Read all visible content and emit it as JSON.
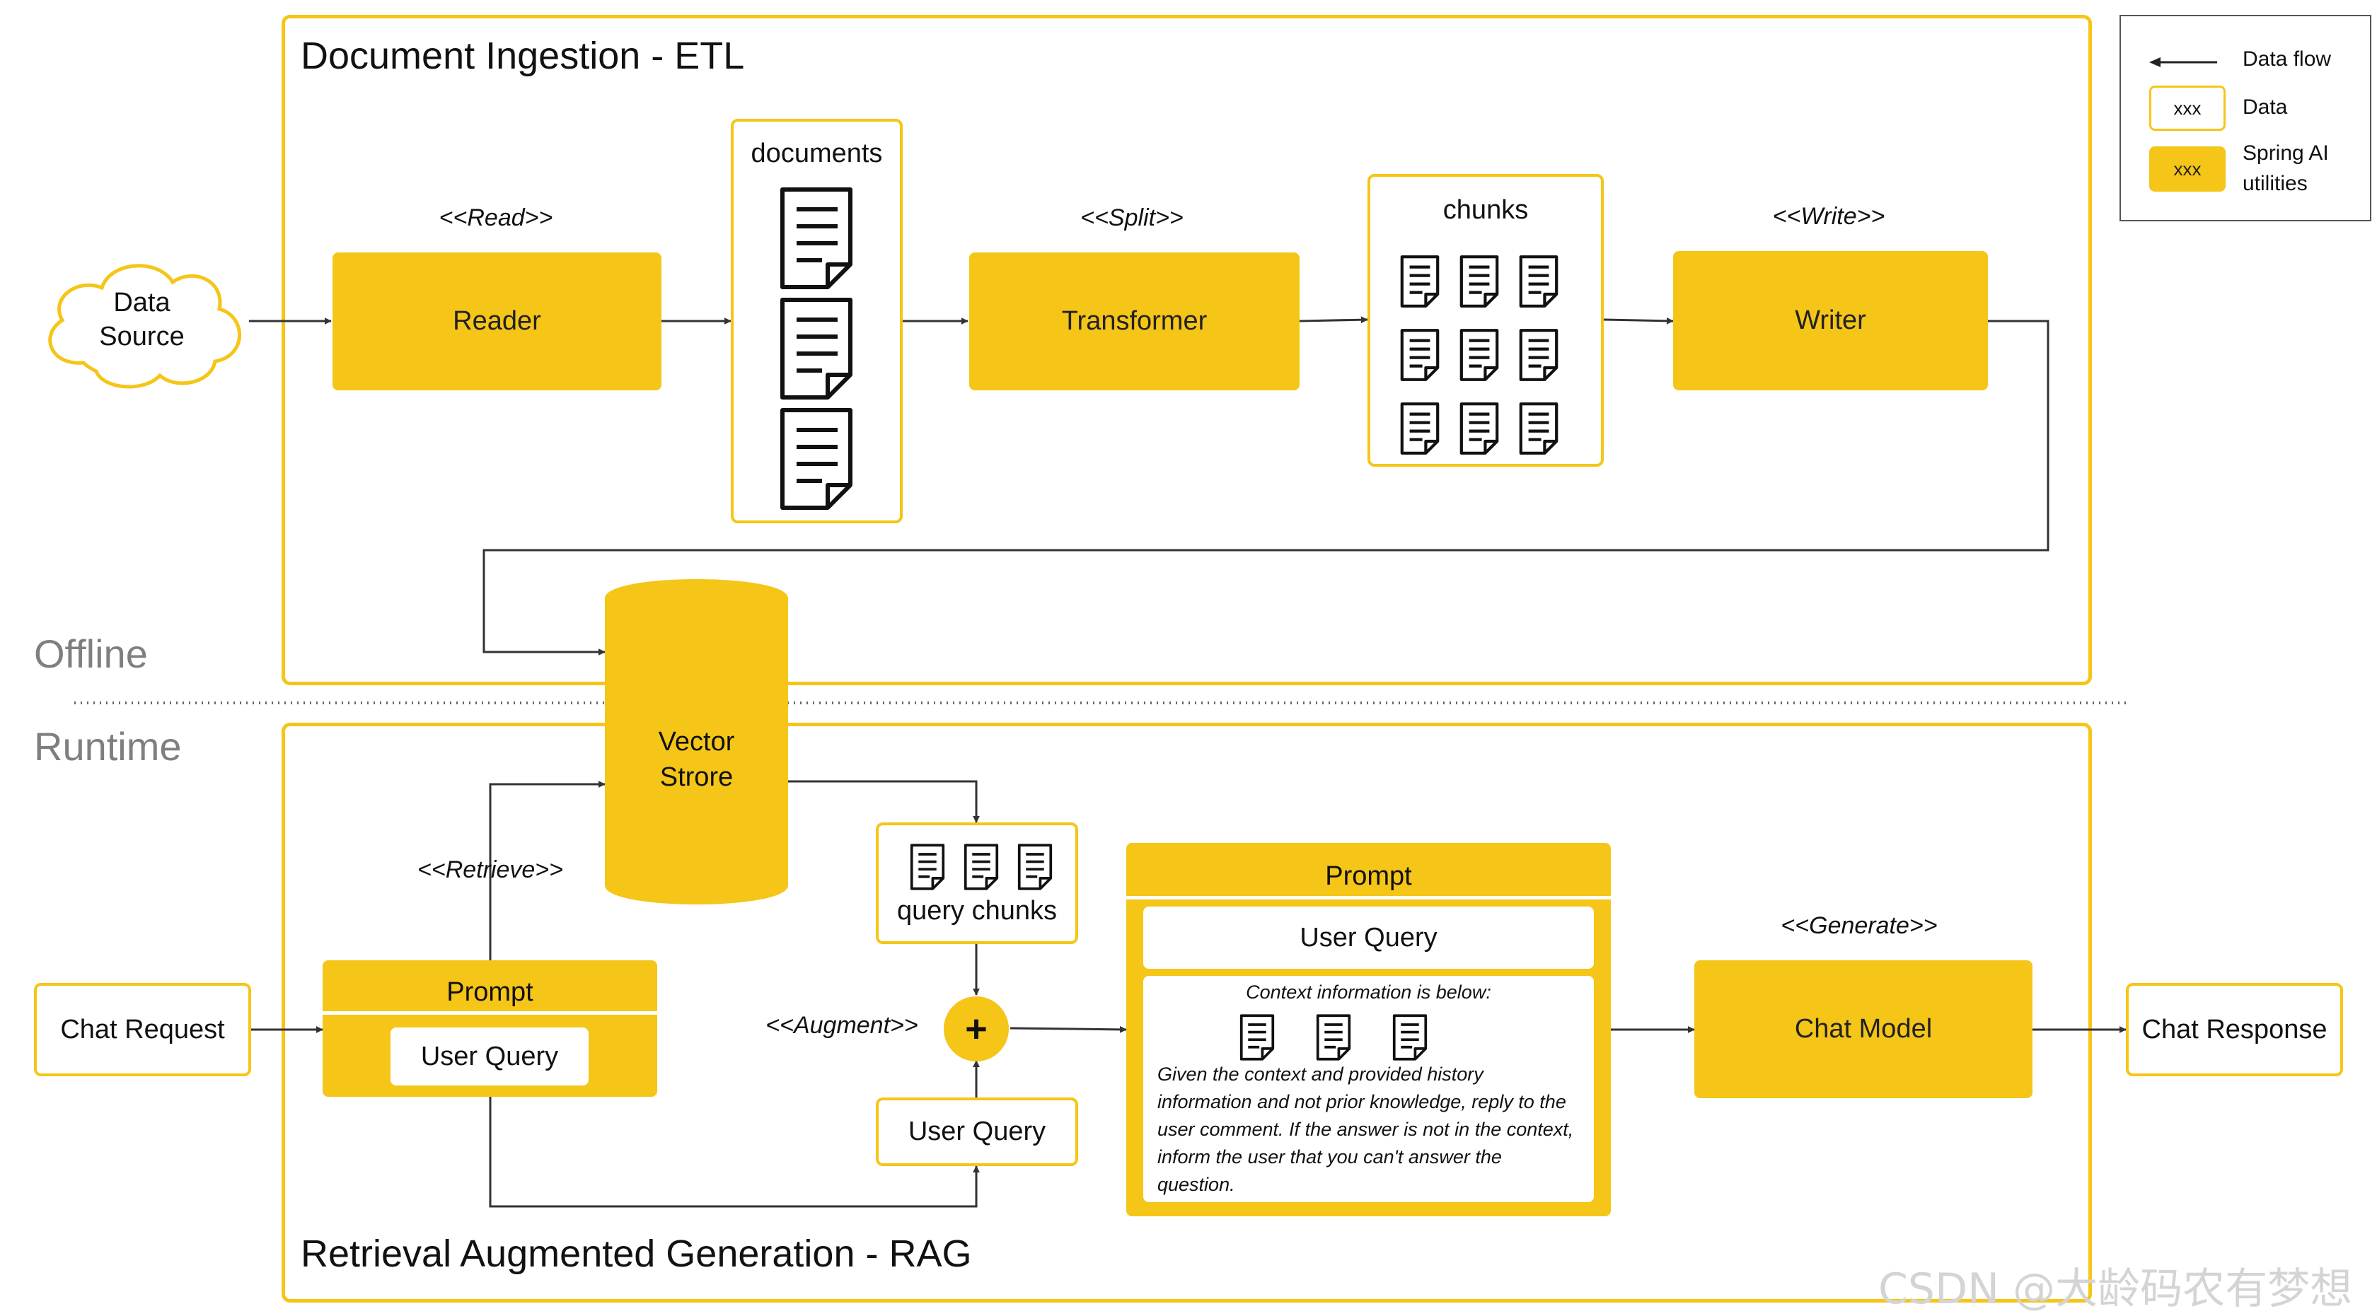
{
  "etl": {
    "title": "Document Ingestion - ETL",
    "read_label": "<<Read>>",
    "reader": "Reader",
    "documents_label": "documents",
    "split_label": "<<Split>>",
    "transformer": "Transformer",
    "chunks_label": "chunks",
    "write_label": "<<Write>>",
    "writer": "Writer"
  },
  "data_source": {
    "line1": "Data",
    "line2": "Source"
  },
  "vector_store": {
    "line1": "Vector",
    "line2": "Strore"
  },
  "phases": {
    "offline": "Offline",
    "runtime": "Runtime"
  },
  "legend": {
    "data_flow": "Data flow",
    "data_sample": "xxx",
    "data": "Data",
    "util_sample": "xxx",
    "util_line1": "Spring AI",
    "util_line2": "utilities"
  },
  "rag": {
    "title": "Retrieval Augmented Generation - RAG",
    "chat_request": "Chat Request",
    "retrieve_label": "<<Retrieve>>",
    "prompt_header": "Prompt",
    "prompt_user_query": "User Query",
    "query_chunks": "query chunks",
    "augment_label": "<<Augment>>",
    "plus": "+",
    "user_query": "User Query",
    "final_prompt_header": "Prompt",
    "final_user_query": "User Query",
    "context_line": "Context information is below:",
    "instructions": "Given the context and provided history information and not prior knowledge, reply to the user comment. If the answer is not in the context, inform the user that you can't answer the question.",
    "generate_label": "<<Generate>>",
    "chat_model": "Chat Model",
    "chat_response": "Chat Response"
  },
  "watermark": "CSDN @大龄码农有梦想",
  "colors": {
    "accent": "#f5c518",
    "phase_text": "#7f7f7f",
    "line": "#333333"
  }
}
